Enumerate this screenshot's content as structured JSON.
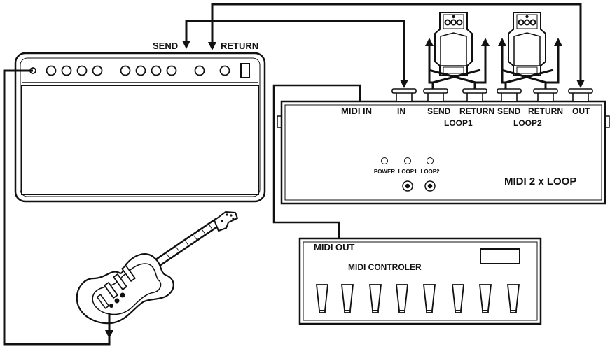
{
  "amp": {
    "send_label": "SEND",
    "return_label": "RETURN"
  },
  "loop_unit": {
    "name": "MIDI 2 x LOOP",
    "midi_in": "MIDI IN",
    "in": "IN",
    "send1": "SEND",
    "return1": "RETURN",
    "send2": "SEND",
    "return2": "RETURN",
    "out": "OUT",
    "loop1": "LOOP1",
    "loop2": "LOOP2",
    "leds": [
      "POWER",
      "LOOP1",
      "LOOP2"
    ]
  },
  "controller": {
    "midi_out": "MIDI OUT",
    "name": "MIDI CONTROLER",
    "switch_count": 8
  }
}
